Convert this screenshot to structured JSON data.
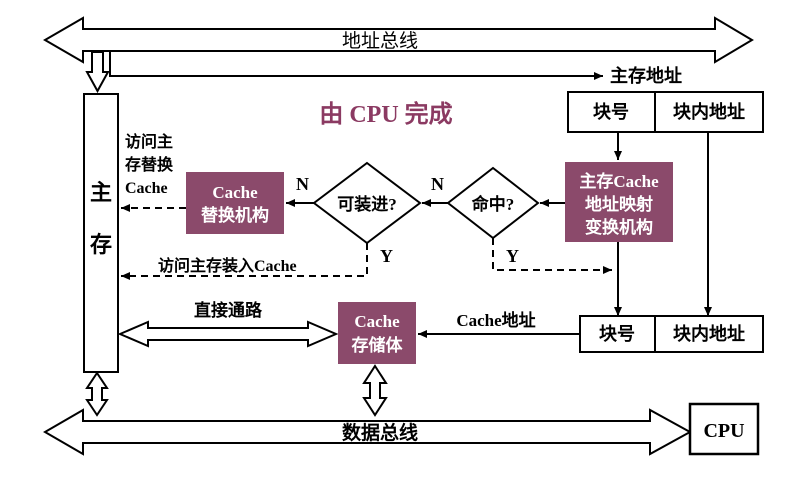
{
  "title": "由 CPU 完成",
  "address_bus": "地址总线",
  "data_bus": "数据总线",
  "main_memory_address": "主存地址",
  "main_memory": [
    "主",
    "存"
  ],
  "cpu": "CPU",
  "top_address": {
    "block_number": "块号",
    "block_offset": "块内地址"
  },
  "bottom_address": {
    "block_number": "块号",
    "block_offset": "块内地址"
  },
  "mapping_box": [
    "主存Cache",
    "地址映射",
    "变换机构"
  ],
  "replace_box": [
    "Cache",
    "替换机构"
  ],
  "cache_store_box": [
    "Cache",
    "存储体"
  ],
  "hit_question": "命中?",
  "loadable_question": "可装进?",
  "n_label": "N",
  "y_label": "Y",
  "access_replace": [
    "访问主",
    "存替换",
    "Cache"
  ],
  "access_load": "访问主存装入Cache",
  "direct_path": "直接通路",
  "cache_address": "Cache地址",
  "colors": {
    "accent_box": "#8b4a6b",
    "title": "#8b3a62",
    "line": "#000000"
  }
}
